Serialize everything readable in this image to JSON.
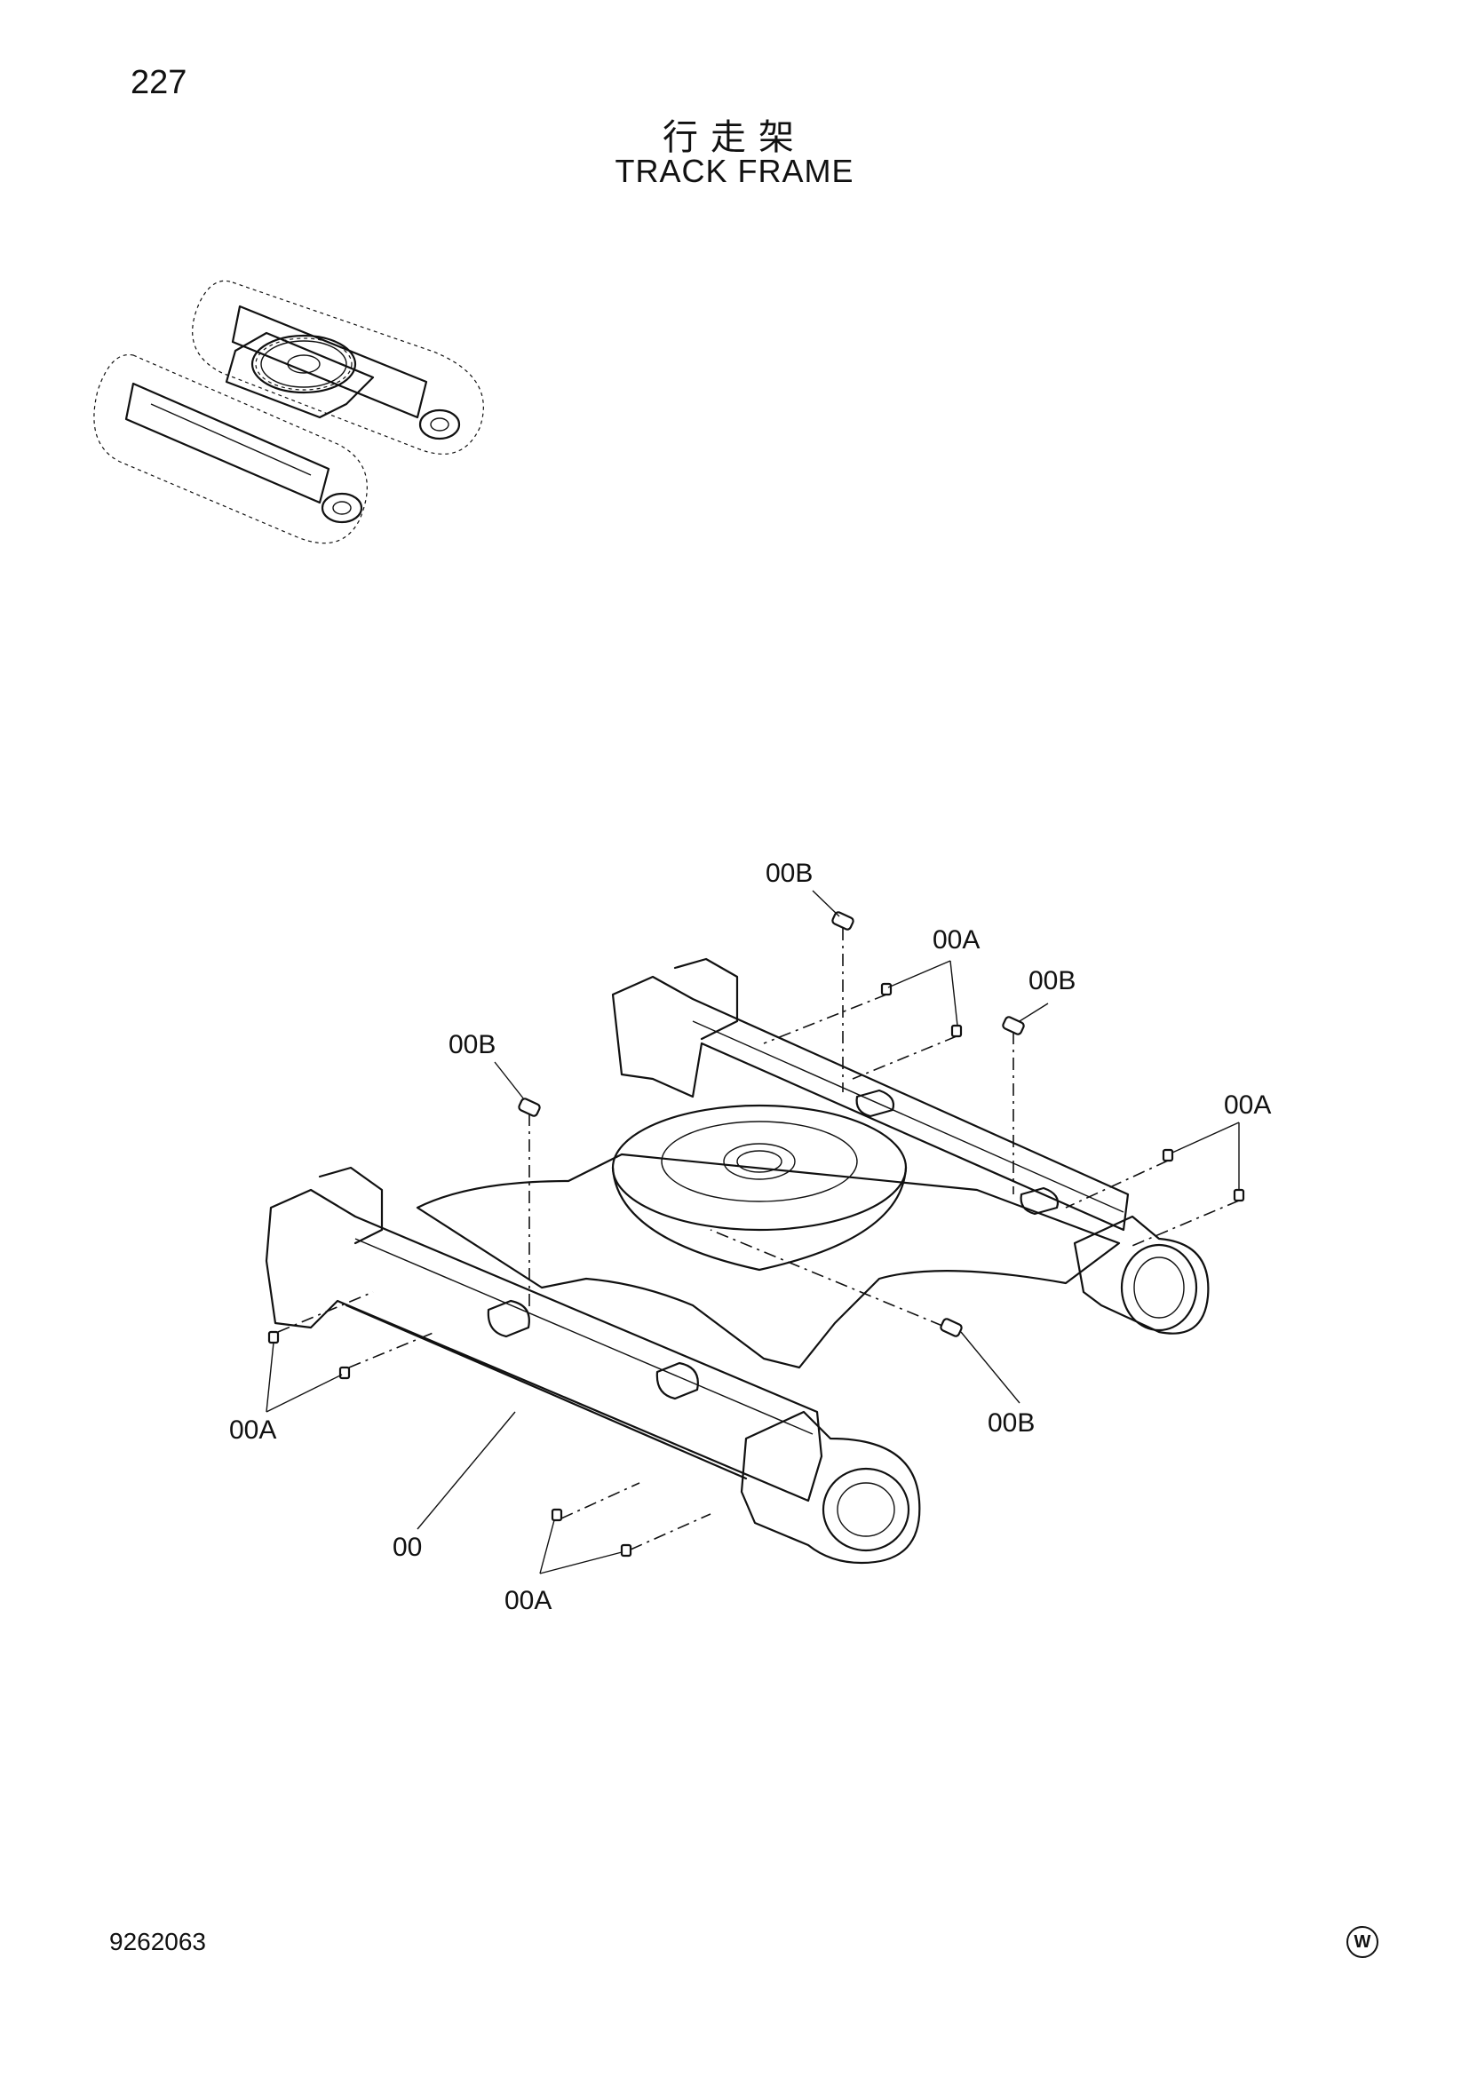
{
  "page_number": "227",
  "title_cn": "行走架",
  "title_en": "TRACK FRAME",
  "doc_number": "9262063",
  "corner_mark": "W",
  "callouts": {
    "main_part": "00",
    "b_top": "00B",
    "b_top_right": "00B",
    "b_left": "00B",
    "b_bottom_right": "00B",
    "a_top": "00A",
    "a_right": "00A",
    "a_left": "00A",
    "a_bottom": "00A"
  }
}
